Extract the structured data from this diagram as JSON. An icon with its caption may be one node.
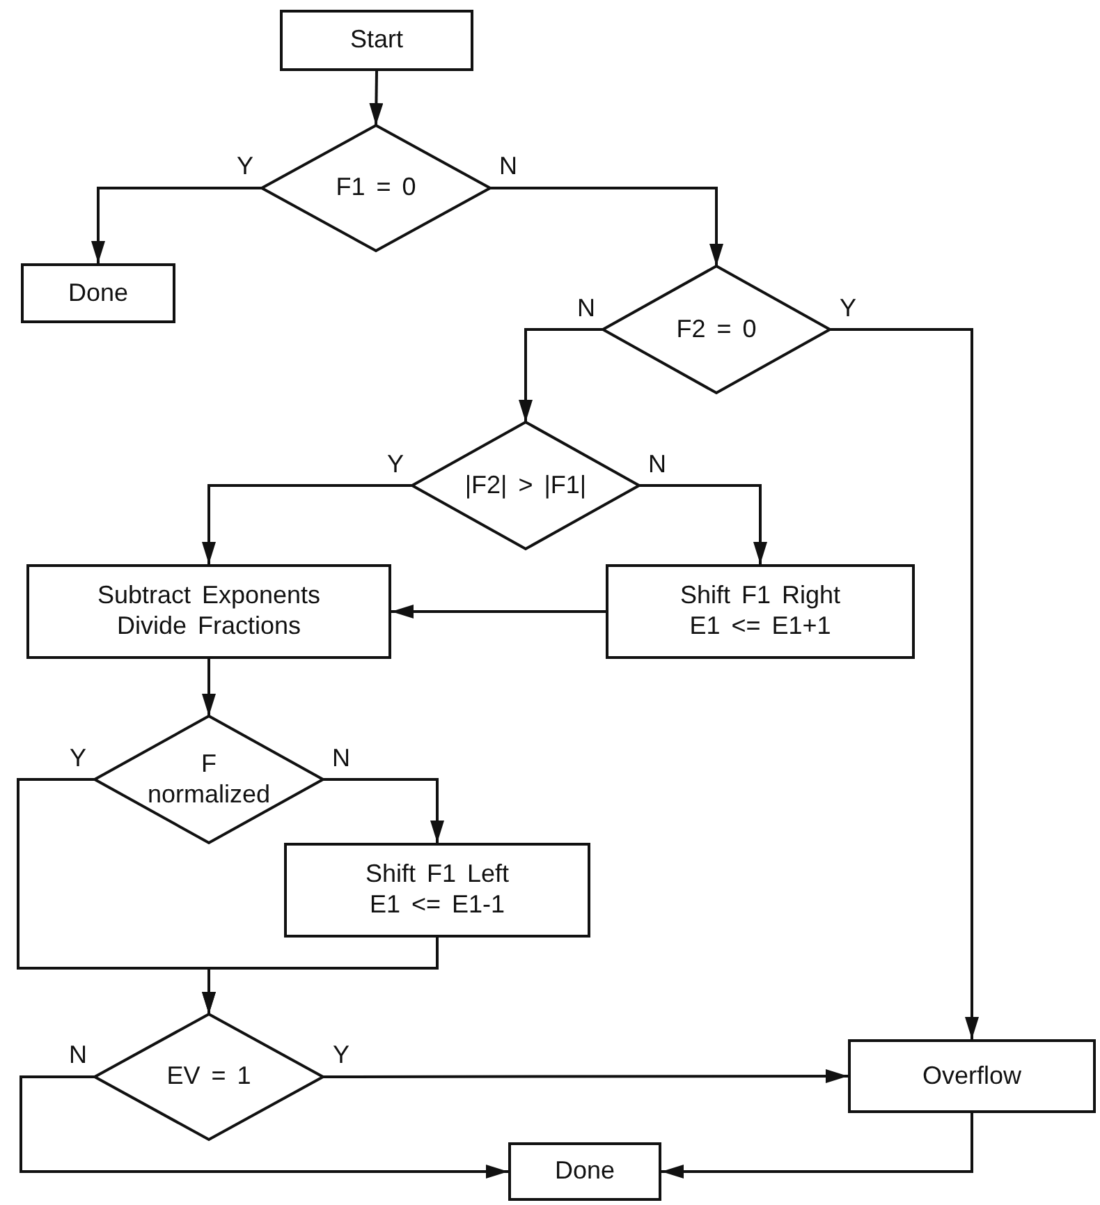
{
  "diagram": {
    "nodes": [
      {
        "text": [
          "Start"
        ]
      },
      {
        "text": [
          "F1 = 0"
        ]
      },
      {
        "text": [
          "Done"
        ]
      },
      {
        "text": [
          "F2 = 0"
        ]
      },
      {
        "text": [
          "|F2| > |F1|"
        ]
      },
      {
        "text": [
          "Subtract Exponents",
          "Divide Fractions"
        ]
      },
      {
        "text": [
          "Shift F1 Right",
          "E1 <= E1+1"
        ]
      },
      {
        "text": [
          "F normalized"
        ]
      },
      {
        "text": [
          "Shift F1 Left",
          "E1 <= E1-1"
        ]
      },
      {
        "text": [
          "EV = 1"
        ]
      },
      {
        "text": [
          "Overflow"
        ]
      },
      {
        "text": [
          "Done"
        ]
      }
    ],
    "edges": [
      {
        "from": 0,
        "to": 1,
        "arrow": "to"
      },
      {
        "from": 1,
        "to": 2,
        "arrow": "to",
        "label": "Y"
      },
      {
        "from": 1,
        "to": 3,
        "arrow": "to",
        "label": "N"
      },
      {
        "from": 3,
        "to": 4,
        "arrow": "to",
        "label": "N"
      },
      {
        "from": 3,
        "to": 10,
        "arrow": "to",
        "label": "Y"
      },
      {
        "from": 4,
        "to": 5,
        "arrow": "to",
        "label": "Y"
      },
      {
        "from": 4,
        "to": 6,
        "arrow": "to",
        "label": "N"
      },
      {
        "from": 6,
        "to": 5,
        "arrow": "to"
      },
      {
        "from": 5,
        "to": 7,
        "arrow": "to"
      },
      {
        "from": 7,
        "to": 9,
        "arrow": "to",
        "label": "Y"
      },
      {
        "from": 7,
        "to": 8,
        "arrow": "to",
        "label": "N"
      },
      {
        "from": 8,
        "to": 9,
        "arrow": "to"
      },
      {
        "from": 9,
        "to": 11,
        "arrow": "to",
        "label": "N"
      },
      {
        "from": 9,
        "to": 10,
        "arrow": "to",
        "label": "Y"
      },
      {
        "from": 10,
        "to": 11,
        "arrow": "to"
      }
    ]
  }
}
